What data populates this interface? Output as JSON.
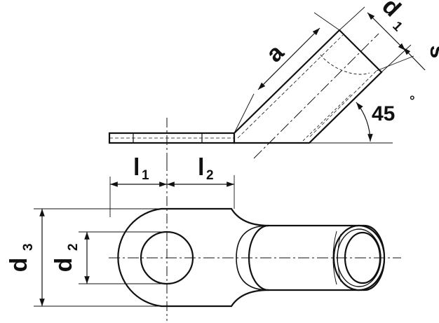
{
  "labels": {
    "a": "a",
    "d1_main": "d",
    "d1_sub": "1",
    "s": "s",
    "angle": "45",
    "angle_unit": "°",
    "l1_main": "l",
    "l1_sub": "1",
    "l2_main": "l",
    "l2_sub": "2",
    "d2_main": "d",
    "d2_sub": "2",
    "d3_main": "d",
    "d3_sub": "3"
  },
  "colors": {
    "line": "#111111",
    "fill": "#ffffff"
  }
}
